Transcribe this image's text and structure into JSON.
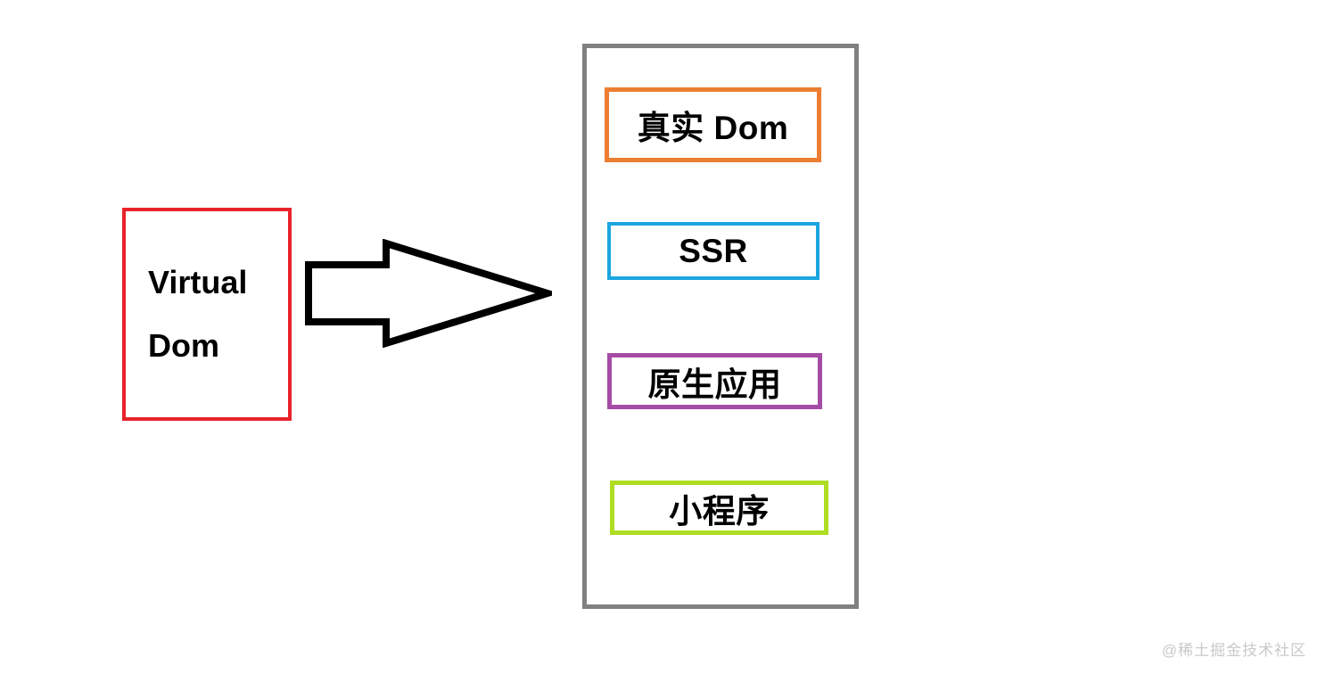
{
  "diagram": {
    "source": {
      "name": "virtual-dom",
      "lines": [
        "Virtual",
        "Dom"
      ],
      "border_color": "#E8232A"
    },
    "arrow": {
      "name": "right-block-arrow",
      "direction": "right",
      "stroke_color": "#000000",
      "fill": "none"
    },
    "targets_panel": {
      "border_color": "#808080",
      "items": [
        {
          "label": "真实 Dom",
          "border_color": "#ED7D31",
          "key": "real-dom"
        },
        {
          "label": "SSR",
          "border_color": "#1CA5E0",
          "key": "ssr"
        },
        {
          "label": "原生应用",
          "border_color": "#A64BA6",
          "key": "native-app"
        },
        {
          "label": "小程序",
          "border_color": "#AEDD22",
          "key": "mini-program"
        }
      ]
    }
  },
  "watermark": {
    "text": "@稀土掘金技术社区",
    "color": "#C9C9C9"
  }
}
